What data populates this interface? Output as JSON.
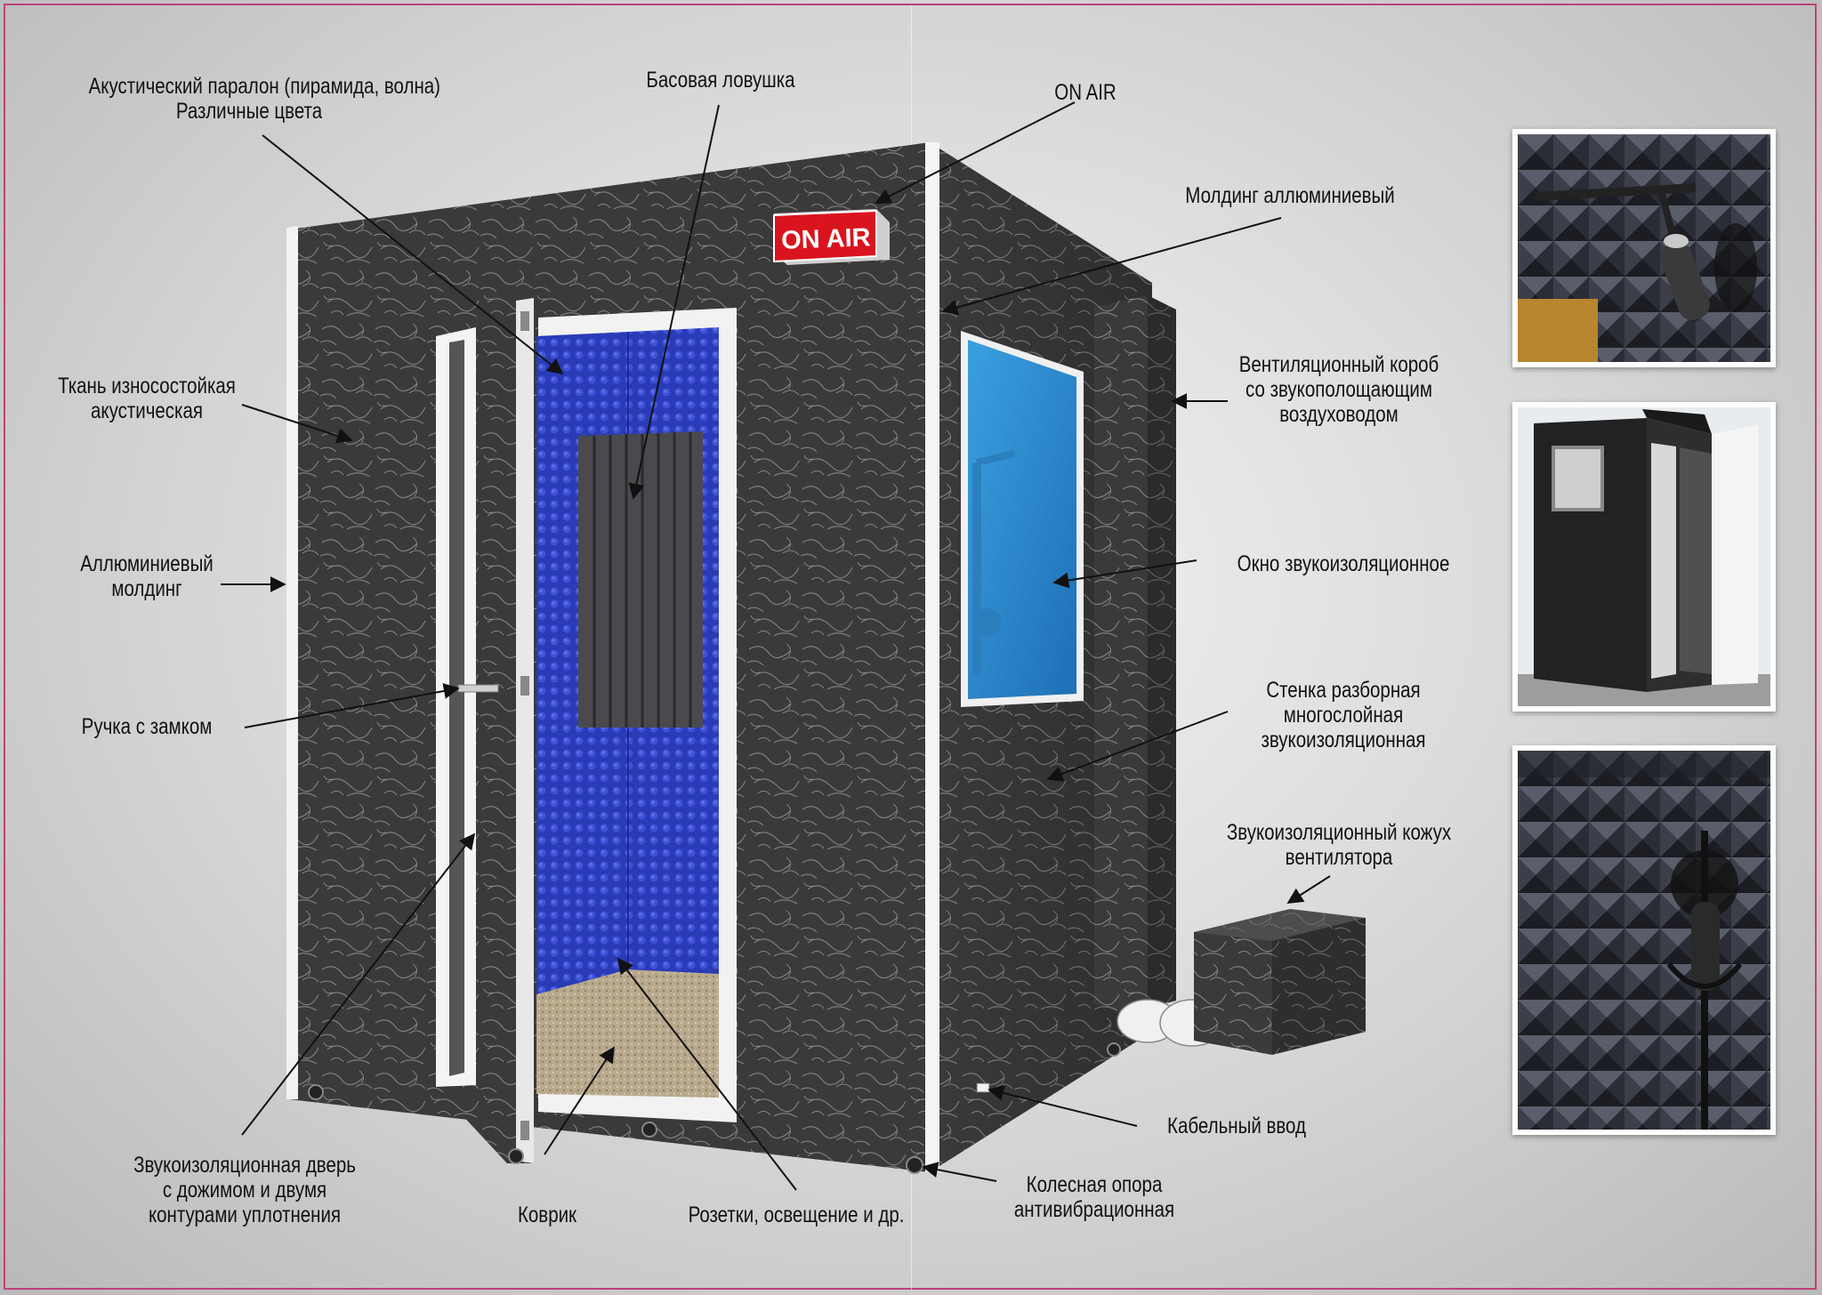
{
  "labels": {
    "foam": [
      "Акустический паралон (пирамида, волна)",
      "Различные цвета"
    ],
    "bass_trap": [
      "Басовая ловушка"
    ],
    "on_air": [
      "ON AIR"
    ],
    "molding_top": [
      "Молдинг аллюминиевый"
    ],
    "fabric": [
      "Ткань износостойкая",
      "акустическая"
    ],
    "ventilation": [
      "Вентиляционный короб",
      "со звукополощающим",
      "воздуховодом"
    ],
    "molding_left": [
      "Аллюминиевый",
      "молдинг"
    ],
    "window": [
      "Окно звукоизоляционное"
    ],
    "handle": [
      "Ручка с замком"
    ],
    "wall": [
      "Стенка разборная",
      "многослойная",
      "звукоизоляционная"
    ],
    "fan_cover": [
      "Звукоизоляционный кожух",
      "вентилятора"
    ],
    "cable": [
      "Кабельный ввод"
    ],
    "door": [
      "Звукоизоляционная дверь",
      "с дожимом и двумя",
      "контурами уплотнения"
    ],
    "mat": [
      "Коврик"
    ],
    "sockets": [
      "Розетки, освещение и др."
    ],
    "wheel": [
      "Колесная опора",
      "антивибрационная"
    ]
  },
  "sign_text": "ON AIR",
  "colors": {
    "felt": "#3c3c3c",
    "foam_blue": "#2d3ec0",
    "window_blue": "#2e8fd0",
    "sign_red": "#d9141e",
    "frame_pink": "#c0407a"
  },
  "photos": [
    {
      "subject": "microphone-in-foam-booth"
    },
    {
      "subject": "assembled-booth-exterior"
    },
    {
      "subject": "pyramid-foam-interior"
    }
  ]
}
